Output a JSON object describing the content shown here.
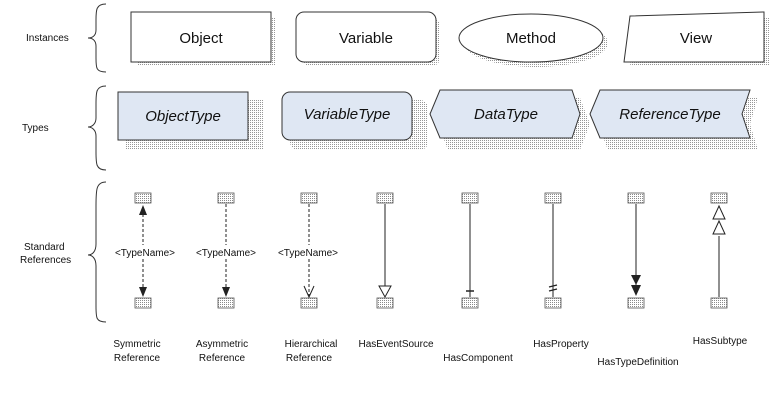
{
  "rows": {
    "instances": "Instances",
    "types": "Types",
    "references": "Standard References"
  },
  "instances": [
    {
      "label": "Object"
    },
    {
      "label": "Variable"
    },
    {
      "label": "Method"
    },
    {
      "label": "View"
    }
  ],
  "types": [
    {
      "label": "ObjectType"
    },
    {
      "label": "VariableType"
    },
    {
      "label": "DataType"
    },
    {
      "label": "ReferenceType"
    }
  ],
  "references": [
    {
      "label": "Symmetric Reference",
      "type_name": "<TypeName>"
    },
    {
      "label": "Asymmetric Reference",
      "type_name": "<TypeName>"
    },
    {
      "label": "Hierarchical Reference",
      "type_name": "<TypeName>"
    },
    {
      "label": "HasEventSource"
    },
    {
      "label": "HasComponent"
    },
    {
      "label": "HasProperty"
    },
    {
      "label": "HasTypeDefinition"
    },
    {
      "label": "HasSubtype"
    }
  ],
  "colors": {
    "type_fill": "#dfe7f3",
    "instance_fill": "#ffffff",
    "shadow": "#9a9a9a"
  }
}
